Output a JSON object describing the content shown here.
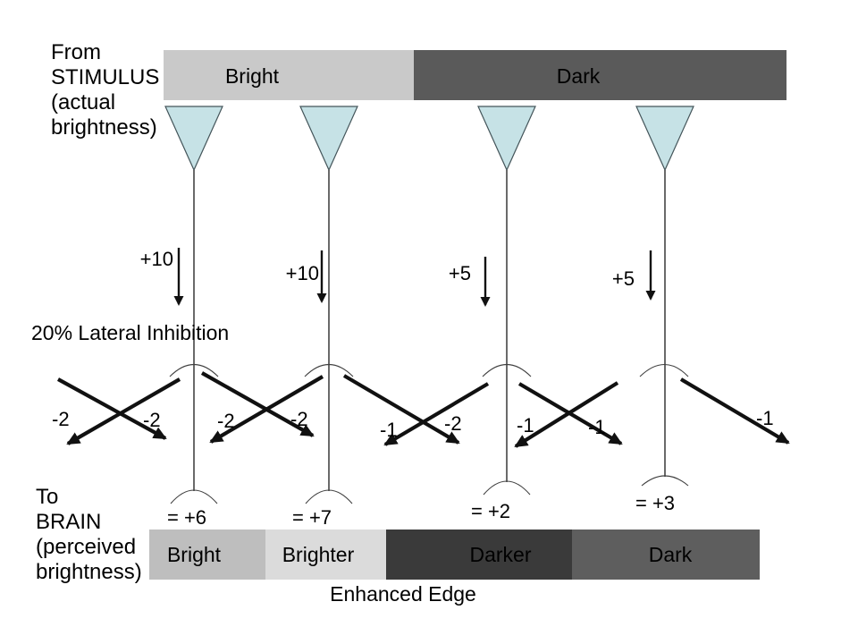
{
  "colors": {
    "stimulus_bright": "#c9c9c9",
    "stimulus_dark": "#5a5a5a",
    "percept_bright": "#bebebe",
    "percept_brighter": "#dbdbdb",
    "percept_darker": "#3a3a3a",
    "percept_dark": "#5e5e5e",
    "receptor_fill": "#c6e2e6",
    "receptor_stroke": "#44555a",
    "text_on_dark": "#ffffff"
  },
  "stimulus_block": {
    "lines": [
      "From",
      "STIMULUS",
      "(actual",
      "brightness)"
    ]
  },
  "stimulus_bar": {
    "bright_label": "Bright",
    "dark_label": "Dark"
  },
  "inputs": [
    {
      "label": "+10"
    },
    {
      "label": "+10"
    },
    {
      "label": "+5"
    },
    {
      "label": "+5"
    }
  ],
  "inhibition": {
    "title": "20% Lateral Inhibition",
    "labels": [
      {
        "text": "-2"
      },
      {
        "text": "-2"
      },
      {
        "text": "-2"
      },
      {
        "text": "-2"
      },
      {
        "text": "-1"
      },
      {
        "text": "-2"
      },
      {
        "text": "-1"
      },
      {
        "text": "-1"
      },
      {
        "text": "-1"
      }
    ]
  },
  "results": [
    {
      "text": "= +6"
    },
    {
      "text": "= +7"
    },
    {
      "text": "= +2"
    },
    {
      "text": "= +3"
    }
  ],
  "brain_block": {
    "lines": [
      "To",
      "BRAIN",
      "(perceived",
      "brightness)"
    ]
  },
  "perception_bar": {
    "labels": [
      "Bright",
      "Brighter",
      "Darker",
      "Dark"
    ]
  },
  "caption": "Enhanced Edge"
}
